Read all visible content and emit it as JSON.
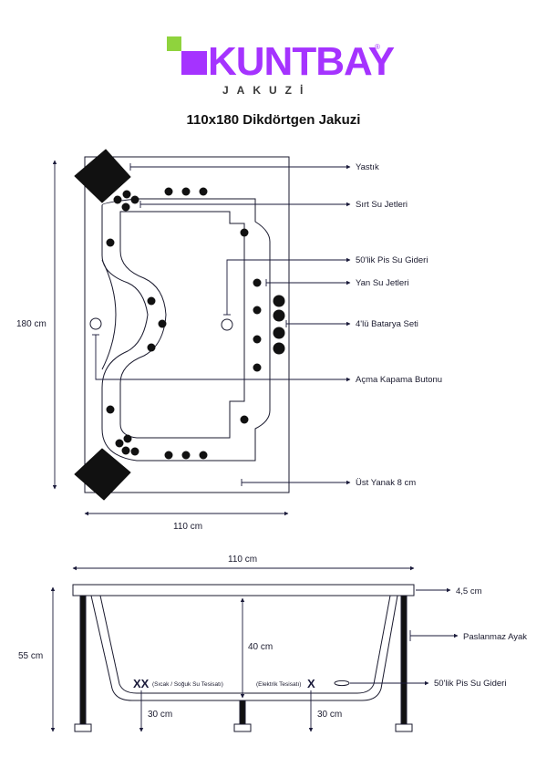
{
  "brand": {
    "logo_text": "KUNTBAY",
    "registered": "®",
    "sub_text": "JAKUZİ",
    "colors": {
      "purple": "#a533ff",
      "green": "#8fd33d"
    }
  },
  "title": "110x180 Dikdörtgen Jakuzi",
  "top_view": {
    "labels": {
      "yastik": "Yastık",
      "sirt_jetleri": "Sırt Su Jetleri",
      "pis_su_gideri": "50'lik Pis Su Gideri",
      "yan_jetleri": "Yan Su Jetleri",
      "batarya": "4'lü Batarya Seti",
      "acma_kapama": "Açma Kapama Butonu",
      "ust_yanak": "Üst Yanak 8 cm"
    },
    "dims": {
      "height": "180 cm",
      "width": "110 cm"
    }
  },
  "side_view": {
    "dims": {
      "width": "110 cm",
      "height": "55 cm",
      "inner_depth": "40 cm",
      "rim": "4,5 cm",
      "left_offset": "30 cm",
      "right_offset": "30 cm"
    },
    "labels": {
      "ayak": "Paslanmaz Ayak",
      "pis_su": "50'lik Pis Su Gideri",
      "sicak_soguk_mark": "XX",
      "sicak_soguk": "(Sıcak / Soğuk Su Tesisatı)",
      "elektrik_mark": "X",
      "elektrik": "(Elektrik Tesisatı)"
    }
  }
}
